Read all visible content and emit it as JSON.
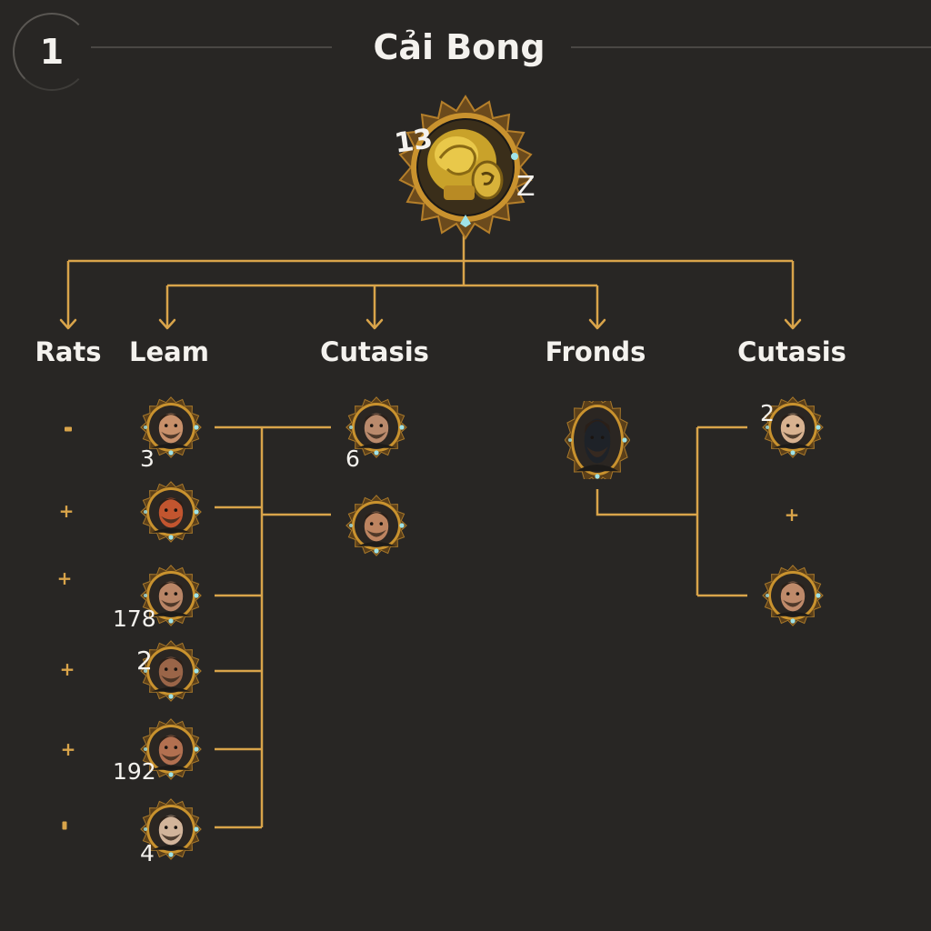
{
  "header": {
    "page_number": "1",
    "title": "Cải Bong"
  },
  "root": {
    "icon": "golden-helmet-icon",
    "left_badge": "13",
    "right_badge": "Z"
  },
  "columns": [
    {
      "label": "Rats"
    },
    {
      "label": "Leam"
    },
    {
      "label": "Cutasis"
    },
    {
      "label": "Fronds"
    },
    {
      "label": "Cutasis"
    }
  ],
  "leam_portraits": [
    {
      "count": "3",
      "icon": "bearded-man-portrait-icon"
    },
    {
      "count": "",
      "icon": "red-face-portrait-icon"
    },
    {
      "count": "178",
      "icon": "man-portrait-icon"
    },
    {
      "count": "2",
      "icon": "man-portrait-icon"
    },
    {
      "count": "192",
      "icon": "man-portrait-icon"
    },
    {
      "count": "4",
      "icon": "glasses-man-portrait-icon"
    }
  ],
  "cutasis_portraits": [
    {
      "count": "6",
      "icon": "bearded-man-portrait-icon"
    },
    {
      "count": "",
      "icon": "man-portrait-icon"
    }
  ],
  "fronds_portraits": [
    {
      "count": "",
      "icon": "dark-figure-portrait-icon"
    }
  ],
  "cutasis2_portraits": [
    {
      "count": "2",
      "icon": "glasses-man-portrait-icon"
    },
    {
      "count": "",
      "icon": "bearded-man-portrait-icon"
    }
  ],
  "colors": {
    "background": "#282624",
    "connector": "#d9a44a",
    "frame_gold": "#c9922e",
    "frame_glow": "#9fe3e8"
  }
}
